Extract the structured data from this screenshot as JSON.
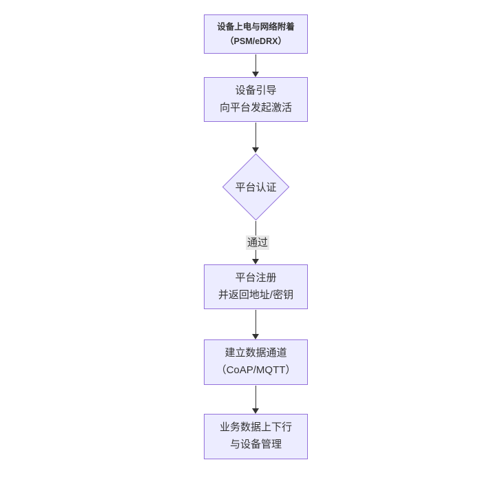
{
  "colors": {
    "background": "#ffffff",
    "node_fill": "#ECECFF",
    "node_border": "#9370DB",
    "edge_line": "#333333",
    "edge_label_bg": "#e8e8e8",
    "text": "#333333"
  },
  "flowchart": {
    "type": "vertical-flowchart",
    "nodes": [
      {
        "id": "power-attach",
        "shape": "rect",
        "lines": [
          "设备上电与网络附着",
          "（PSM/eDRX）"
        ]
      },
      {
        "id": "bootstrap",
        "shape": "rect",
        "lines": [
          "设备引导",
          "向平台发起激活"
        ]
      },
      {
        "id": "platform-auth",
        "shape": "diamond",
        "lines": [
          "平台认证"
        ]
      },
      {
        "id": "platform-register",
        "shape": "rect",
        "lines": [
          "平台注册",
          "并返回地址/密钥"
        ]
      },
      {
        "id": "data-channel",
        "shape": "rect",
        "lines": [
          "建立数据通道",
          "（CoAP/MQTT）"
        ]
      },
      {
        "id": "business-data",
        "shape": "rect",
        "lines": [
          "业务数据上下行",
          "与设备管理"
        ]
      }
    ],
    "edges": [
      {
        "from": "power-attach",
        "to": "bootstrap",
        "label": ""
      },
      {
        "from": "bootstrap",
        "to": "platform-auth",
        "label": ""
      },
      {
        "from": "platform-auth",
        "to": "platform-register",
        "label": "通过"
      },
      {
        "from": "platform-register",
        "to": "data-channel",
        "label": ""
      },
      {
        "from": "data-channel",
        "to": "business-data",
        "label": ""
      }
    ]
  }
}
